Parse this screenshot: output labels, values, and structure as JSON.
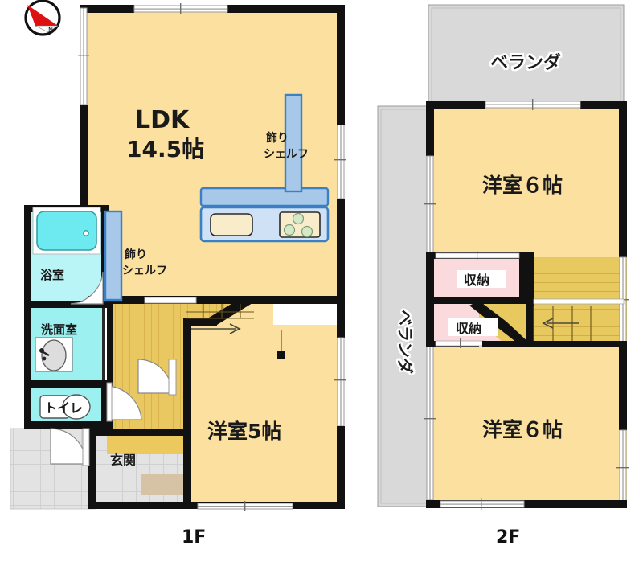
{
  "document": {
    "type": "floor-plan",
    "title": "2-story house floor plan",
    "floors": [
      {
        "id": "1F",
        "label": "1F"
      },
      {
        "id": "2F",
        "label": "2F"
      }
    ]
  },
  "compass": {
    "name": "north-arrow",
    "direction": "north-west",
    "needle_color": "#dd1111",
    "ring_color": "#111111"
  },
  "colors": {
    "room_yellow": "#fbe0a0",
    "room_yellow_light": "#fce3a8",
    "hall_yellow": "#ecc95e",
    "stair_yellow": "#e8c760",
    "water_blue": "#9cf0f0",
    "tub_blue": "#6ceaf0",
    "shelf_blue": "#a8c8ea",
    "shelf_stroke": "#3b7fc4",
    "closet_pink": "#fadadd",
    "balcony_gray": "#d9d9d9",
    "genkan_gray": "#e2e2e2",
    "tataki_tan": "#d6c3a5",
    "wall_black": "#111111",
    "sink_cream": "#f8eccb",
    "burner_green": "#d5e8c8"
  },
  "floor1": {
    "label": "1F",
    "rooms": [
      {
        "name": "ldk",
        "label_main": "LDK",
        "label_sub": "14.5帖"
      },
      {
        "name": "bathroom",
        "label": "浴室"
      },
      {
        "name": "washroom",
        "label": "洗面室"
      },
      {
        "name": "toilet",
        "label": "トイレ"
      },
      {
        "name": "entrance",
        "label": "玄関"
      },
      {
        "name": "western-room-5",
        "label": "洋室5帖"
      }
    ],
    "fixtures": [
      {
        "name": "decor-shelf-kitchen",
        "label_line1": "飾り",
        "label_line2": "シェルフ"
      },
      {
        "name": "decor-shelf-hall",
        "label_line1": "飾り",
        "label_line2": "シェルフ"
      },
      {
        "name": "kitchen-counter",
        "label": ""
      },
      {
        "name": "sink",
        "label": ""
      },
      {
        "name": "stove",
        "label": ""
      },
      {
        "name": "bathtub",
        "label": ""
      },
      {
        "name": "vanity-sink",
        "label": ""
      },
      {
        "name": "toilet-bowl",
        "label": ""
      },
      {
        "name": "staircase-up",
        "label": ""
      }
    ]
  },
  "floor2": {
    "label": "2F",
    "rooms": [
      {
        "name": "veranda-top",
        "label": "ベランダ"
      },
      {
        "name": "veranda-left",
        "label": "ベランダ"
      },
      {
        "name": "western-room-6-top",
        "label": "洋室６帖"
      },
      {
        "name": "western-room-6-bottom",
        "label": "洋室６帖"
      },
      {
        "name": "closet-upper",
        "label": "収納"
      },
      {
        "name": "closet-lower",
        "label": "収納"
      }
    ],
    "fixtures": [
      {
        "name": "staircase-down",
        "label": ""
      }
    ]
  }
}
